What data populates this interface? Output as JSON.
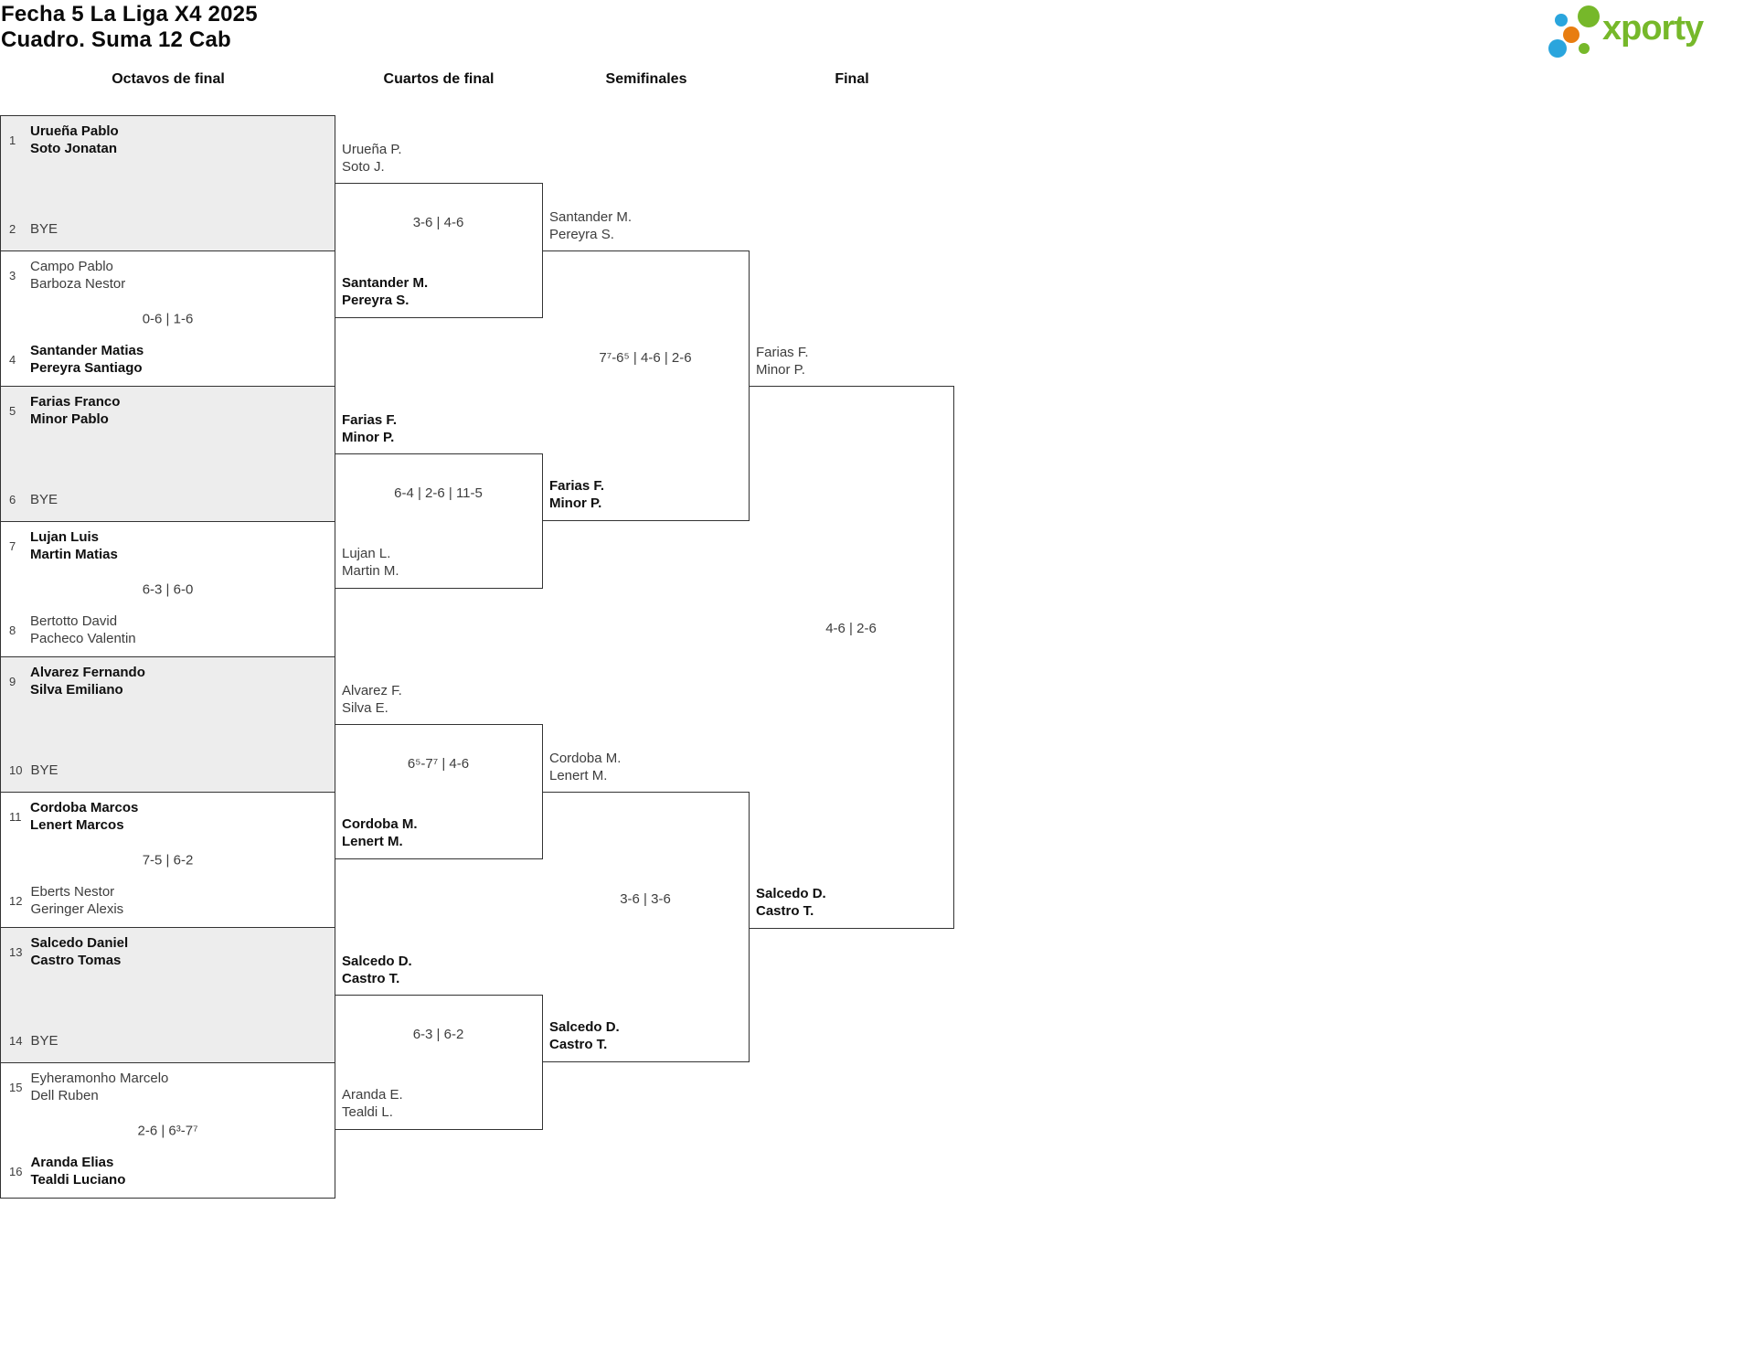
{
  "header": {
    "title_line1": "Fecha 5 La Liga X4 2025",
    "title_line2": "Cuadro. Suma 12 Cab"
  },
  "logo": {
    "text": "xporty",
    "green": "#76b82a",
    "blue": "#2aa5dd",
    "orange": "#e87d10"
  },
  "rounds": [
    {
      "label": "Octavos de final"
    },
    {
      "label": "Cuartos de final"
    },
    {
      "label": "Semifinales"
    },
    {
      "label": "Final"
    }
  ],
  "octavos": {
    "boxes": [
      {
        "shaded": true,
        "score": "",
        "top": {
          "num": "1",
          "line1": "Urueña Pablo",
          "line2": "Soto Jonatan",
          "winner": true
        },
        "bottom": {
          "num": "2",
          "bye": "BYE"
        }
      },
      {
        "shaded": false,
        "score": "0-6 | 1-6",
        "top": {
          "num": "3",
          "line1": "Campo Pablo",
          "line2": "Barboza Nestor",
          "winner": false
        },
        "bottom": {
          "num": "4",
          "line1": "Santander Matias",
          "line2": "Pereyra Santiago",
          "winner": true
        }
      },
      {
        "shaded": true,
        "score": "",
        "top": {
          "num": "5",
          "line1": "Farias Franco",
          "line2": "Minor Pablo",
          "winner": true
        },
        "bottom": {
          "num": "6",
          "bye": "BYE"
        }
      },
      {
        "shaded": false,
        "score": "6-3 | 6-0",
        "top": {
          "num": "7",
          "line1": "Lujan Luis",
          "line2": "Martin Matias",
          "winner": true
        },
        "bottom": {
          "num": "8",
          "line1": "Bertotto David",
          "line2": "Pacheco Valentin",
          "winner": false
        }
      },
      {
        "shaded": true,
        "score": "",
        "top": {
          "num": "9",
          "line1": "Alvarez Fernando",
          "line2": "Silva Emiliano",
          "winner": true
        },
        "bottom": {
          "num": "10",
          "bye": "BYE"
        }
      },
      {
        "shaded": false,
        "score": "7-5 | 6-2",
        "top": {
          "num": "11",
          "line1": "Cordoba Marcos",
          "line2": "Lenert Marcos",
          "winner": true
        },
        "bottom": {
          "num": "12",
          "line1": "Eberts Nestor",
          "line2": "Geringer Alexis",
          "winner": false
        }
      },
      {
        "shaded": true,
        "score": "",
        "top": {
          "num": "13",
          "line1": "Salcedo Daniel",
          "line2": "Castro Tomas",
          "winner": true
        },
        "bottom": {
          "num": "14",
          "bye": "BYE"
        }
      },
      {
        "shaded": false,
        "score": "2-6 | 6³-7⁷",
        "top": {
          "num": "15",
          "line1": "Eyheramonho Marcelo",
          "line2": "Dell Ruben",
          "winner": false
        },
        "bottom": {
          "num": "16",
          "line1": "Aranda Elias",
          "line2": "Tealdi Luciano",
          "winner": true
        }
      }
    ]
  },
  "cuartos": [
    {
      "team1": {
        "line1": "Urueña P.",
        "line2": "Soto J.",
        "winner": false
      },
      "score": "3-6 | 4-6",
      "team2": {
        "line1": "Santander M.",
        "line2": "Pereyra S.",
        "winner": true
      }
    },
    {
      "team1": {
        "line1": "Farias F.",
        "line2": "Minor P.",
        "winner": true
      },
      "score": "6-4 | 2-6 | 11-5",
      "team2": {
        "line1": "Lujan L.",
        "line2": "Martin M.",
        "winner": false
      }
    },
    {
      "team1": {
        "line1": "Alvarez F.",
        "line2": "Silva E.",
        "winner": false
      },
      "score": "6⁵-7⁷ | 4-6",
      "team2": {
        "line1": "Cordoba M.",
        "line2": "Lenert M.",
        "winner": true
      }
    },
    {
      "team1": {
        "line1": "Salcedo D.",
        "line2": "Castro T.",
        "winner": true
      },
      "score": "6-3 | 6-2",
      "team2": {
        "line1": "Aranda E.",
        "line2": "Tealdi L.",
        "winner": false
      }
    }
  ],
  "semifinales": [
    {
      "team1": {
        "line1": "Santander M.",
        "line2": "Pereyra S.",
        "winner": false
      },
      "score": "7⁷-6⁵ | 4-6 | 2-6",
      "team2": {
        "line1": "Farias F.",
        "line2": "Minor P.",
        "winner": true
      }
    },
    {
      "team1": {
        "line1": "Cordoba M.",
        "line2": "Lenert M.",
        "winner": false
      },
      "score": "3-6 | 3-6",
      "team2": {
        "line1": "Salcedo D.",
        "line2": "Castro T.",
        "winner": true
      }
    }
  ],
  "final_match": {
    "team1": {
      "line1": "Farias F.",
      "line2": "Minor P.",
      "winner": false
    },
    "score": "4-6 | 2-6",
    "team2": {
      "line1": "Salcedo D.",
      "line2": "Castro T.",
      "winner": true
    }
  }
}
